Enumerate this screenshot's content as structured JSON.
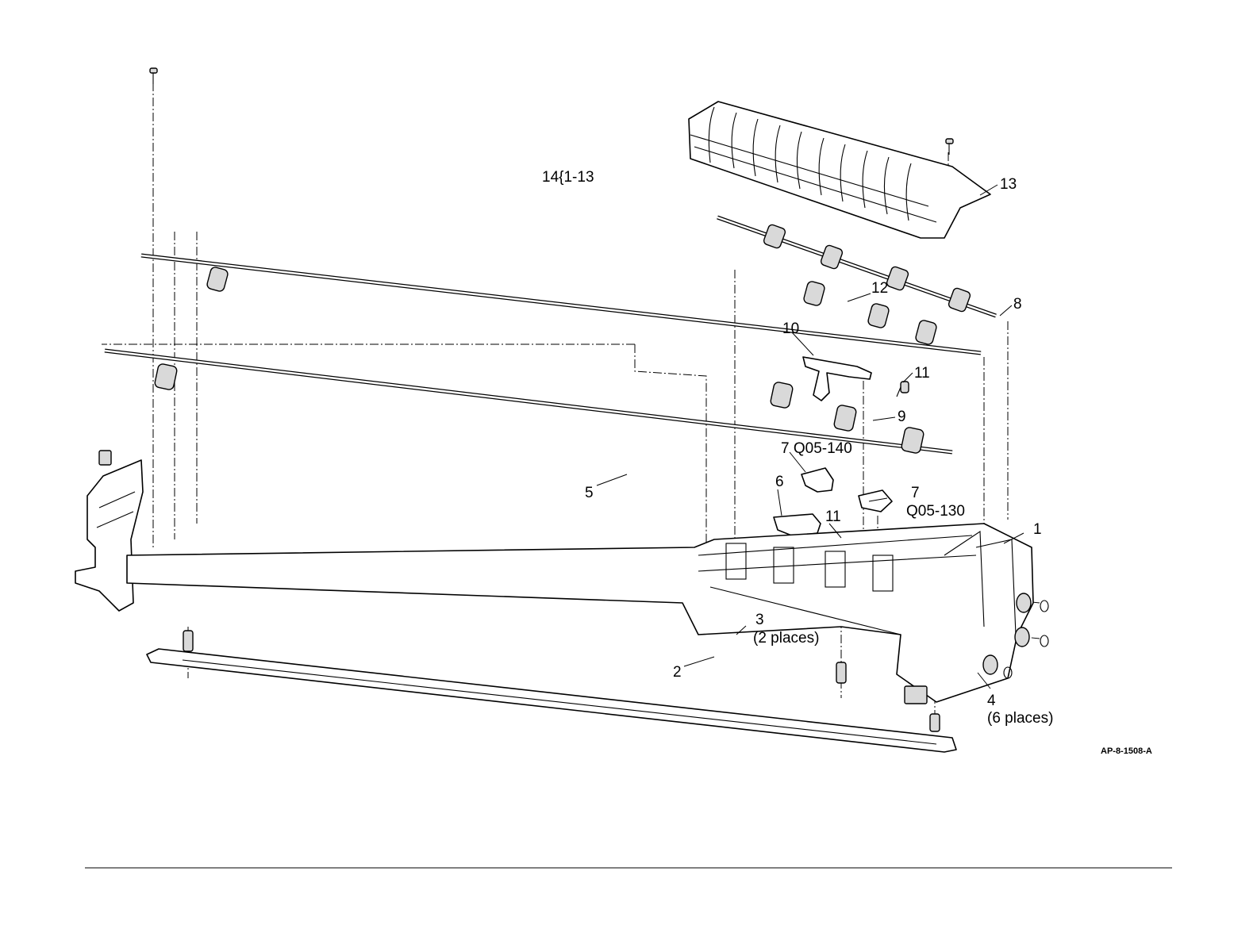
{
  "assembly_label": "14{1-13",
  "drawing_code": "AP-8-1508-A",
  "callouts": {
    "c1": "1",
    "c2": "2",
    "c3": "3",
    "c3_note": "(2 places)",
    "c4": "4",
    "c4_note": "(6 places)",
    "c5": "5",
    "c6": "6",
    "c7a": "7 Q05-140",
    "c7b": "7",
    "c7b_note": "Q05-130",
    "c8": "8",
    "c9": "9",
    "c10": "10",
    "c11a": "11",
    "c11b": "11",
    "c12": "12",
    "c13": "13"
  }
}
